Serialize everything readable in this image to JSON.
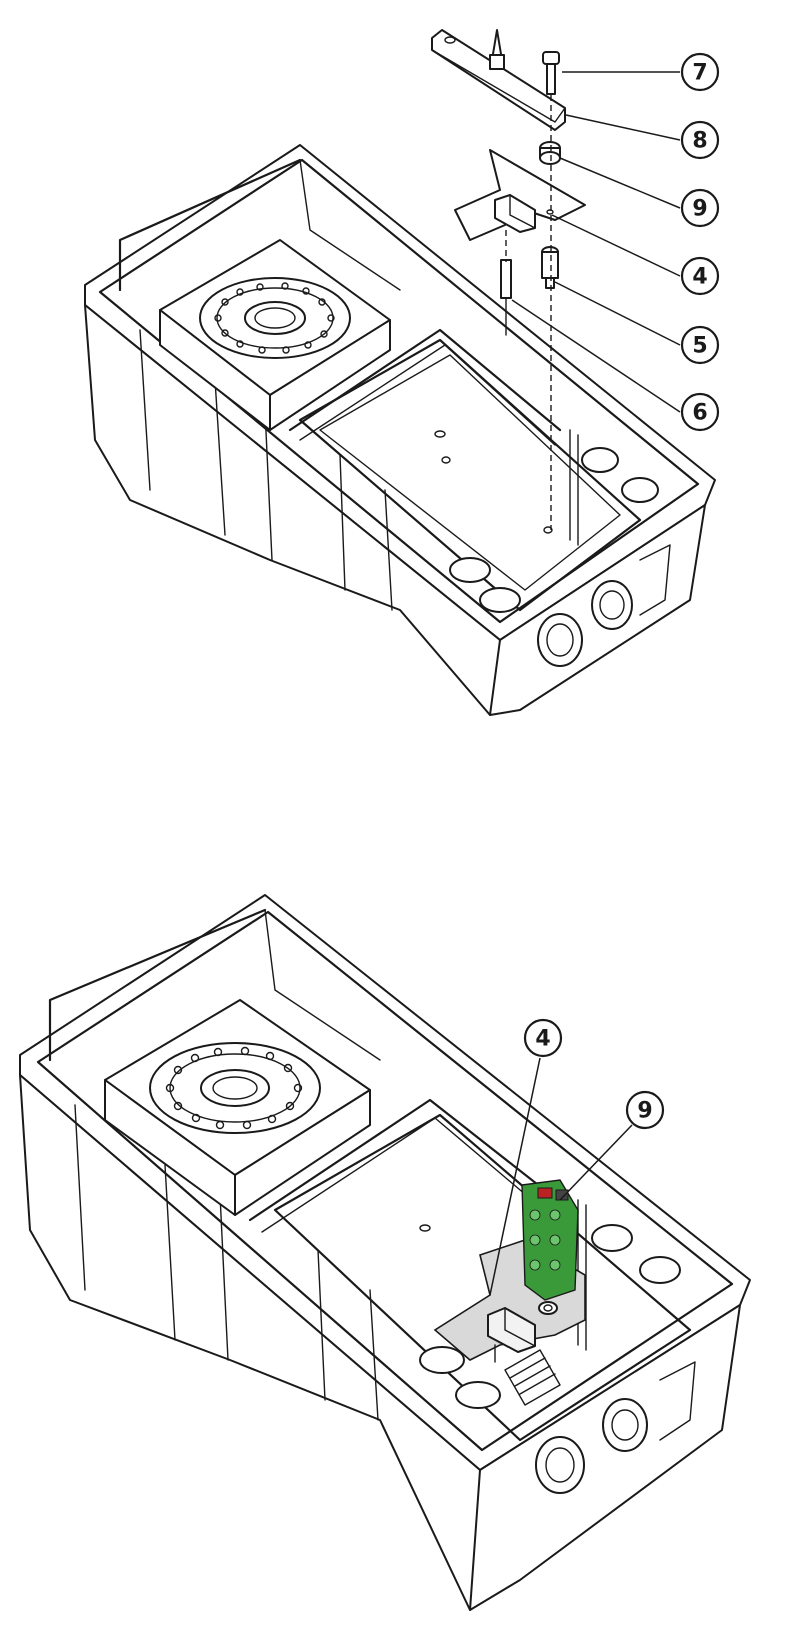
{
  "colors": {
    "line": "#1a1a1a",
    "background": "#ffffff",
    "board_gray": "#d9d9d9",
    "pcb_green": "#3a9a3a"
  },
  "figure_top": {
    "callouts": [
      {
        "id": "c7",
        "label": "7"
      },
      {
        "id": "c8",
        "label": "8"
      },
      {
        "id": "c9",
        "label": "9"
      },
      {
        "id": "c4",
        "label": "4"
      },
      {
        "id": "c5",
        "label": "5"
      },
      {
        "id": "c6",
        "label": "6"
      }
    ]
  },
  "figure_bottom": {
    "callouts": [
      {
        "id": "c4b",
        "label": "4"
      },
      {
        "id": "c9b",
        "label": "9"
      }
    ]
  }
}
